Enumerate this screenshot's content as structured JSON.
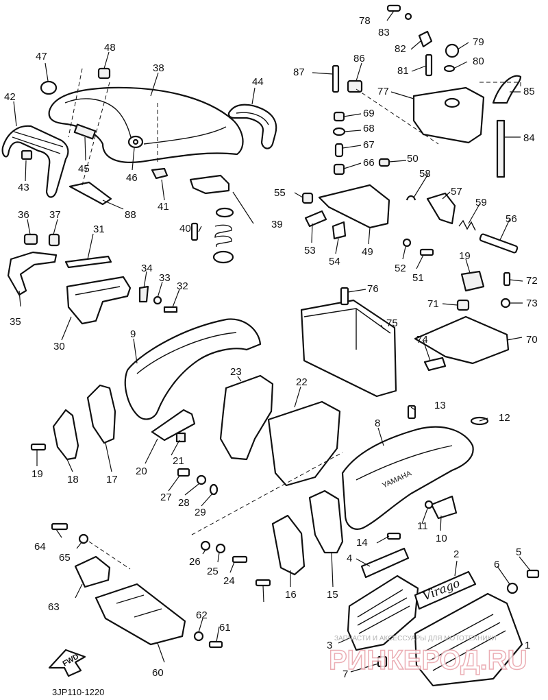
{
  "diagram": {
    "code": "3JP110-1220",
    "brand_text": "YAMAHA",
    "badge_text": "Virago",
    "fwd_label": "FWD",
    "watermark_small": "ЗАПЧАСТИ И АКСЕССУАРЫ ДЛЯ МОТОТЕХНИКИ",
    "watermark_big": "РИНКЕРОД.RU",
    "part_numbers": [
      "1",
      "2",
      "3",
      "4",
      "5",
      "6",
      "7",
      "8",
      "9",
      "10",
      "11",
      "12",
      "13",
      "14",
      "15",
      "16",
      "17",
      "18",
      "19",
      "20",
      "21",
      "22",
      "23",
      "24",
      "25",
      "26",
      "27",
      "28",
      "29",
      "30",
      "31",
      "32",
      "33",
      "34",
      "35",
      "36",
      "37",
      "38",
      "39",
      "40",
      "41",
      "42",
      "43",
      "44",
      "45",
      "46",
      "47",
      "48",
      "49",
      "50",
      "51",
      "52",
      "53",
      "54",
      "55",
      "56",
      "57",
      "58",
      "59",
      "60",
      "61",
      "62",
      "63",
      "64",
      "65",
      "66",
      "67",
      "68",
      "69",
      "70",
      "71",
      "72",
      "73",
      "74",
      "75",
      "76",
      "77",
      "78",
      "79",
      "80",
      "81",
      "82",
      "83",
      "84",
      "85",
      "86",
      "87",
      "88",
      "19"
    ]
  }
}
